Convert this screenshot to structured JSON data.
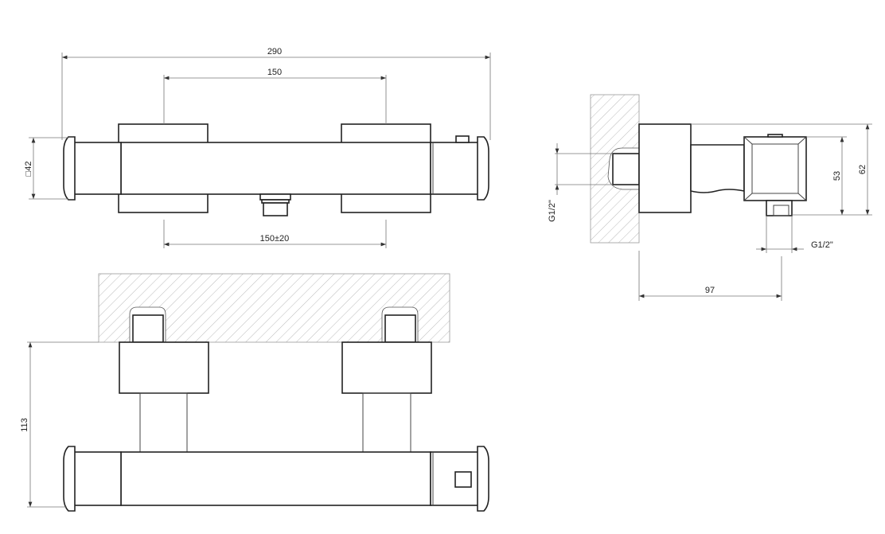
{
  "drawing": {
    "front_view": {
      "overall_length": "290",
      "handle_spacing": "150",
      "inlet_spacing": "150±20",
      "body_section": "□42"
    },
    "side_view": {
      "wall_inlet_thread": "G1/2\"",
      "outlet_thread": "G1/2\"",
      "projection": "97",
      "head_height": "53",
      "overall_height": "62"
    },
    "plan_view": {
      "depth_from_wall": "113"
    }
  }
}
